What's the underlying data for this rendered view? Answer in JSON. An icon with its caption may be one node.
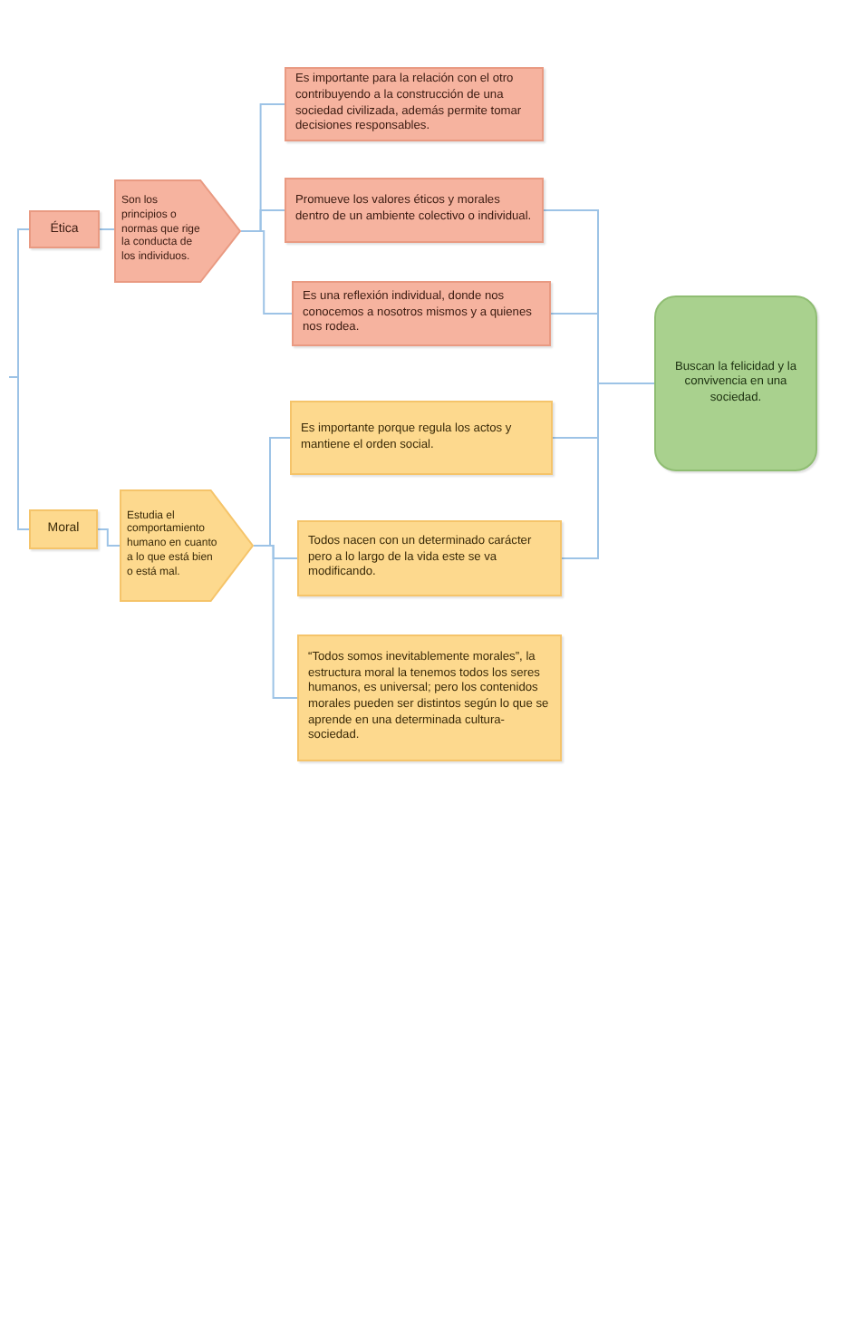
{
  "diagram": {
    "nodes": [
      {
        "text": [
          "Ética"
        ]
      },
      {
        "text": [
          "Son los principios o normas que rige la conducta de los individuos."
        ]
      },
      {
        "text": [
          "Es importante para la relación con el otro contribuyendo a la construcción de una sociedad civilizada, además permite tomar decisiones responsables."
        ]
      },
      {
        "text": [
          "Promueve los valores éticos y morales dentro de un ambiente colectivo o individual."
        ]
      },
      {
        "text": [
          "Es una reflexión individual, donde nos conocemos a nosotros mismos y a quienes nos rodea."
        ]
      },
      {
        "text": [
          "Moral"
        ]
      },
      {
        "text": [
          "Estudia el comportamiento humano en cuanto a lo que está bien o está mal."
        ]
      },
      {
        "text": [
          "Es importante porque regula los actos y mantiene el orden social."
        ]
      },
      {
        "text": [
          "Todos nacen con un determinado carácter pero a lo largo de la vida este se va modificando."
        ]
      },
      {
        "text": [
          "“Todos somos inevitablemente morales”, la estructura moral la tenemos todos los seres humanos, es universal; pero los contenidos morales pueden ser distintos según lo que se aprende en una determinada cultura-sociedad."
        ]
      },
      {
        "text": [
          "Buscan la felicidad y la convivencia en una sociedad."
        ]
      }
    ],
    "edges": [
      {
        "from": null,
        "to": 0,
        "arrow": "none"
      },
      {
        "from": null,
        "to": 5,
        "arrow": "none"
      },
      {
        "from": 0,
        "to": 1,
        "arrow": "none"
      },
      {
        "from": 1,
        "to": 2,
        "arrow": "none"
      },
      {
        "from": 1,
        "to": 3,
        "arrow": "none"
      },
      {
        "from": 1,
        "to": 4,
        "arrow": "none"
      },
      {
        "from": 5,
        "to": 6,
        "arrow": "none"
      },
      {
        "from": 6,
        "to": 7,
        "arrow": "none"
      },
      {
        "from": 6,
        "to": 8,
        "arrow": "none"
      },
      {
        "from": 6,
        "to": 9,
        "arrow": "none"
      },
      {
        "from": 3,
        "to": 10,
        "arrow": "none"
      },
      {
        "from": 4,
        "to": 10,
        "arrow": "none"
      },
      {
        "from": 7,
        "to": 10,
        "arrow": "none"
      },
      {
        "from": 8,
        "to": 10,
        "arrow": "none"
      }
    ]
  }
}
